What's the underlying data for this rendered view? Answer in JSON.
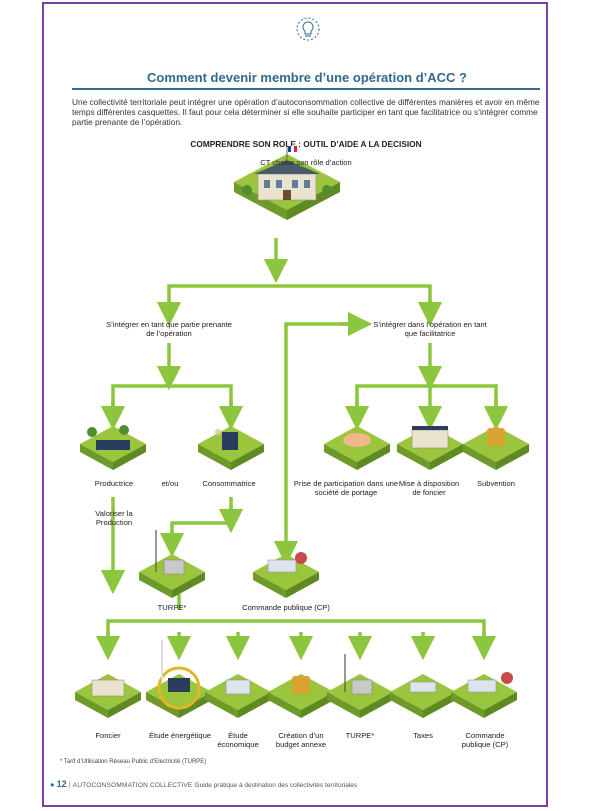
{
  "title": "Comment devenir membre d’une opération d’ACC ?",
  "intro": "Une collectivité territoriale peut intégrer une opération d’autoconsommation collective de différentes manières et avoir en même temps différentes casquettes. Il faut pour cela déterminer si elle souhaite participer en tant que facilitatrice ou s’intégrer comme partie prenante de l’opération.",
  "subheading": "COMPRENDRE SON ROLE : OUTIL D’AIDE A LA DECISION",
  "diagram": {
    "top_label": "CT choisir son rôle d’action",
    "left_branch": "S’intégrer en tant que partie prenante de l’opération",
    "right_branch": "S’intégrer dans l’opération en tant que facilitatrice",
    "productrice": "Productrice",
    "etou": "et/ou",
    "consommatrice": "Consommatrice",
    "valoriser": "Valoriser la Production",
    "participation": "Prise de participation dans une société de portage",
    "mise_dispo": "Mise à disposition de foncier",
    "subvention": "Subvention",
    "turpe_mid": "TURPE*",
    "commande_mid": "Commande publique (CP)",
    "bottom": [
      "Foncier",
      "Étude énergétique",
      "Étude économique",
      "Création d’un budget annexe",
      "TURPE*",
      "Taxes",
      "Commande publique (CP)"
    ]
  },
  "footnote": "* Tarif d’Utilisation Réseau Public d’Electricité (TURPE)",
  "footer": {
    "page_number": "12",
    "brand": "AUTOCONSOMMATION COLLECTIVE",
    "subtitle": "Guide pratique à destination des collectivités territoriales"
  },
  "colors": {
    "arrow": "#8cc63f",
    "title": "#2f6a8f",
    "frame": "#7b3fa6",
    "grass": "#9bc53d"
  }
}
